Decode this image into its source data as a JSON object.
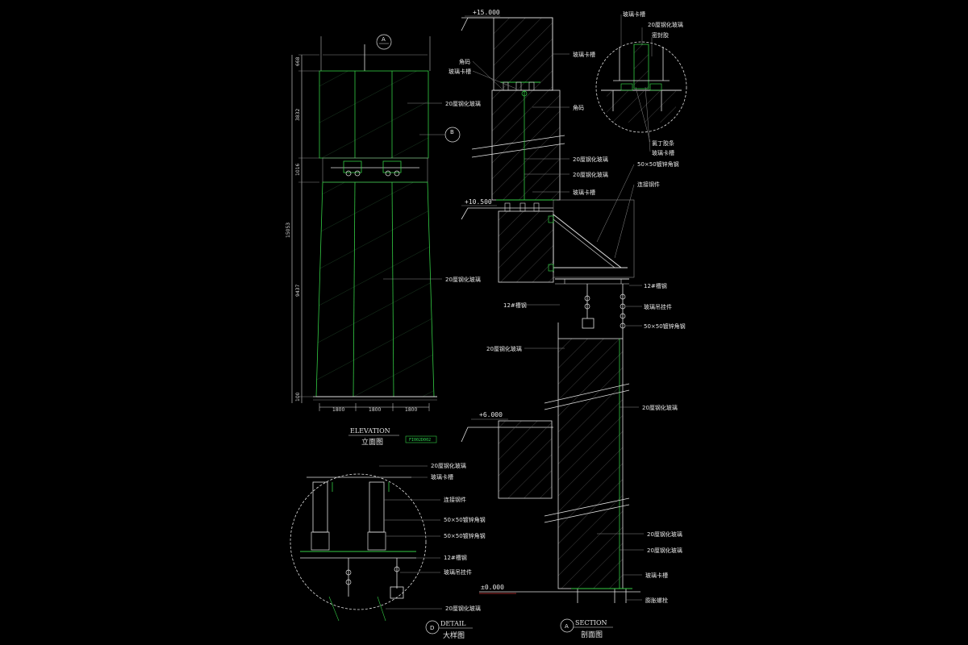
{
  "elevation": {
    "bubble_a": "A",
    "bubble_b": "B",
    "dims_left": [
      "668",
      "3832",
      "1016",
      "9437",
      "100"
    ],
    "dim_total": "15053",
    "dims_bottom": [
      "1800",
      "1800",
      "1800"
    ],
    "labels": [
      "20厘钢化玻璃",
      "20厘钢化玻璃"
    ],
    "title_en": "ELEVATION",
    "title_cn": "立面图",
    "drawing_tag": "FI002D002"
  },
  "section": {
    "levels": [
      "+15.000",
      "+10.500",
      "+6.000",
      "±0.000"
    ],
    "labels_left": [
      "角码",
      "玻璃卡槽",
      "12#槽钢",
      "20厘钢化玻璃"
    ],
    "labels_right": [
      "玻璃卡槽",
      "角码",
      "20厘钢化玻璃",
      "20厘钢化玻璃",
      "玻璃卡槽",
      "50×50镀锌角钢",
      "连接钢件",
      "12#槽钢",
      "玻璃吊挂件",
      "50×50镀锌角钢",
      "20厘钢化玻璃",
      "20厘钢化玻璃",
      "20厘钢化玻璃",
      "玻璃卡槽",
      "膨胀螺栓"
    ],
    "title_en": "SECTION",
    "title_cn": "剖面图",
    "bubble": "A"
  },
  "detail_b": {
    "labels": [
      "玻璃卡槽",
      "20厘钢化玻璃",
      "密封胶",
      "氯丁胶条",
      "玻璃卡槽"
    ]
  },
  "detail_d": {
    "labels": [
      "20厘钢化玻璃",
      "玻璃卡槽",
      "连接钢件",
      "50×50镀锌角钢",
      "50×50镀锌角钢",
      "12#槽钢",
      "玻璃吊挂件",
      "20厘钢化玻璃"
    ],
    "title_en": "DETAIL",
    "title_cn": "大样图",
    "bubble": "D"
  },
  "colors": {
    "background": "#000000",
    "line_white": "#e0e0e0",
    "line_green": "#33cc44",
    "line_gray": "#8a8a8a",
    "glass_green": "#2a7a3a"
  }
}
